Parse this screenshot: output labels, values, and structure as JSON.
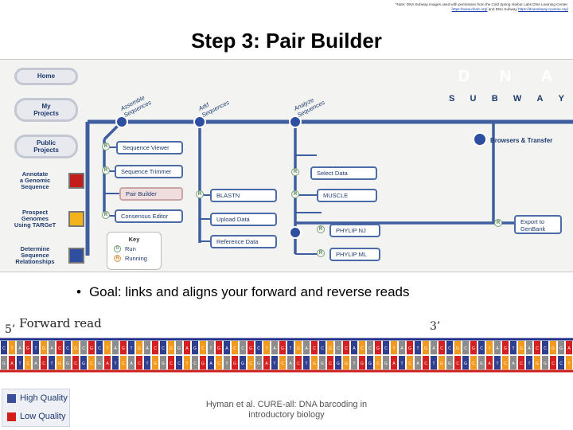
{
  "credit": {
    "line1": "*Note: ",
    "line1b": "DNA Subway images used with permission from the Cold Spring Harbor Labs DNA Learning Center.",
    "link1": "https://www.dnalc.org/",
    "mid": " and DNA Subway ",
    "link2": "https://dnasubway.cyverse.org/"
  },
  "slide_title": "Step 3: Pair Builder",
  "subway_ui": {
    "nav": {
      "home": "Home",
      "my_projects": [
        "My",
        "Projects"
      ],
      "public_projects": [
        "Public",
        "Projects"
      ]
    },
    "lines": {
      "annotate": [
        "Annotate",
        "a Genomic",
        "Sequence"
      ],
      "prospect": [
        "Prospect",
        "Genomes",
        "Using TARGeT"
      ],
      "determine": [
        "Determine",
        "Sequence",
        "Relationships"
      ]
    },
    "colors": {
      "annotate": "#c41b1b",
      "prospect": "#f3b21a",
      "determine": "#2e4ea0",
      "track": "#3f5ea0"
    },
    "stops": {
      "assemble": [
        "Assemble",
        "Sequences"
      ],
      "add": [
        "Add",
        "Sequences"
      ],
      "analyze": [
        "Analyze",
        "Sequences"
      ]
    },
    "tools": {
      "sequence_viewer": "Sequence Viewer",
      "sequence_trimmer": "Sequence Trimmer",
      "pair_builder": "Pair Builder",
      "consensus_editor": "Consensus Editor",
      "blastn": "BLASTN",
      "upload_data": "Upload Data",
      "reference_data": "Reference Data",
      "select_data": "Select Data",
      "muscle": "MUSCLE",
      "phylip_nj": "PHYLIP NJ",
      "phylip_ml": "PHYLIP ML",
      "browsers_transfer": "Browsers & Transfer",
      "export": [
        "Export to",
        "GenBank"
      ]
    },
    "key": {
      "title": "Key",
      "run": "Run",
      "running": "Running"
    },
    "logo": {
      "letters": [
        "D",
        "N",
        "A"
      ],
      "colors": [
        "#d8232a",
        "#f2b01e",
        "#2753a4"
      ],
      "word": [
        "S",
        "U",
        "B",
        "W",
        "A",
        "Y"
      ]
    }
  },
  "goal_bullet": "•",
  "goal_text": "Goal: links and aligns your forward and reverse reads",
  "forward_read_label": "Forward read",
  "prime5": "5’",
  "prime3": "3’",
  "dna_strip": {
    "colors": {
      "high_quality": "#2f3f8f",
      "low_quality": "#d42020",
      "base_orange": "#f29a1f",
      "base_gray": "#8c8c8c"
    },
    "top_bases": [
      "C",
      "T",
      "A",
      "G",
      "T",
      "G",
      "A",
      "C",
      "C",
      "G",
      "C",
      "G",
      "C",
      "T",
      "A",
      "G",
      "T",
      "G",
      "A",
      "C",
      "C",
      "G",
      "G",
      "A",
      "G",
      "C",
      "T",
      "G",
      "A",
      "C",
      "C",
      "G",
      "C",
      "T",
      "A",
      "G",
      "T",
      "G",
      "A",
      "C",
      "C",
      "G",
      "C",
      "C",
      "A",
      "C",
      "C",
      "G",
      "C",
      "T",
      "A",
      "G",
      "T",
      "G",
      "A",
      "C",
      "C",
      "G",
      "C",
      "G",
      "C",
      "T",
      "A",
      "G",
      "T",
      "G",
      "A",
      "C",
      "C",
      "G",
      "G",
      "A"
    ],
    "bottom_bases": [
      "G",
      "A",
      "T",
      "C",
      "A",
      "C",
      "T",
      "G",
      "G",
      "C",
      "G",
      "C",
      "G",
      "A",
      "T",
      "C",
      "A",
      "C",
      "T",
      "G",
      "G",
      "C",
      "C",
      "T",
      "C",
      "G",
      "A",
      "C",
      "T",
      "G",
      "G",
      "C",
      "G",
      "A",
      "T",
      "C",
      "A",
      "C",
      "T",
      "G",
      "G",
      "C",
      "G",
      "G",
      "T",
      "G",
      "G",
      "C",
      "G",
      "A",
      "T",
      "C",
      "A",
      "C",
      "T",
      "G",
      "G",
      "C",
      "G",
      "C",
      "G",
      "A",
      "T",
      "C",
      "A",
      "C",
      "T",
      "G",
      "G",
      "C",
      "C",
      "T"
    ]
  },
  "legend": {
    "high": "High Quality",
    "low": "Low Quality",
    "high_color": "#3a4f98",
    "low_color": "#d41c1c"
  },
  "citation": "Hyman et al. CURE-all: DNA barcoding in introductory biology"
}
